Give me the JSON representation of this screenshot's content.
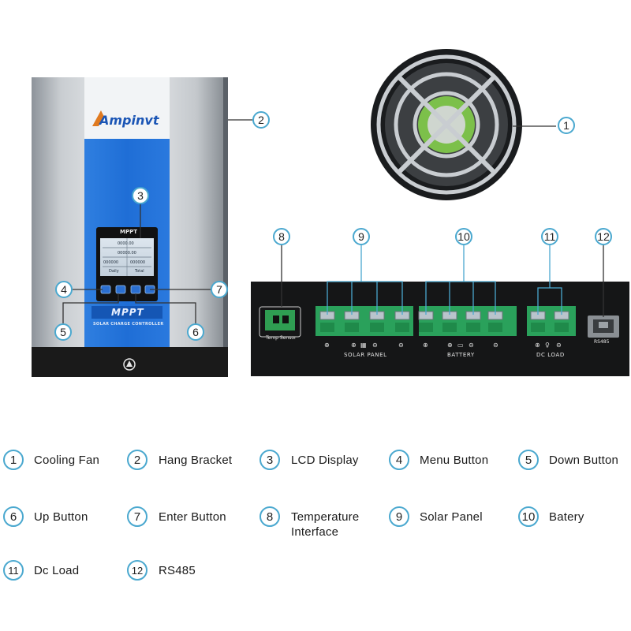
{
  "brand": "Ampinvt",
  "screen_title": "MPPT",
  "lcd": {
    "top_values": [
      "0000.00",
      "00000.00",
      "000000",
      "000000"
    ],
    "bottom_labels": [
      "Daily",
      "Total"
    ]
  },
  "panel_badge": "MPPT",
  "panel_subtitle": "SOLAR CHARGE CONTROLLER",
  "temp_sensor_label": "Temp Sensor",
  "solar_panel_label": "SOLAR PANEL",
  "battery_label": "BATTERY",
  "dc_load_label": "DC LOAD",
  "rs485_label": "RS485",
  "callouts": [
    "1",
    "2",
    "3",
    "4",
    "5",
    "6",
    "7",
    "8",
    "9",
    "10",
    "11",
    "12"
  ],
  "legend": [
    {
      "num": "1",
      "label": "Cooling Fan"
    },
    {
      "num": "2",
      "label": "Hang Bracket"
    },
    {
      "num": "3",
      "label": "LCD Display"
    },
    {
      "num": "4",
      "label": "Menu Button"
    },
    {
      "num": "5",
      "label": "Down Button"
    },
    {
      "num": "6",
      "label": "Up Button"
    },
    {
      "num": "7",
      "label": "Enter Button"
    },
    {
      "num": "8",
      "label": "Temperature Interface"
    },
    {
      "num": "9",
      "label": "Solar Panel"
    },
    {
      "num": "10",
      "label": "Batery"
    },
    {
      "num": "11",
      "label": "Dc Load"
    },
    {
      "num": "12",
      "label": "RS485"
    }
  ],
  "colors": {
    "accent": "#4aa8cf",
    "panel_blue": "#1f6ed6",
    "terminal_green": "#27a05a"
  }
}
